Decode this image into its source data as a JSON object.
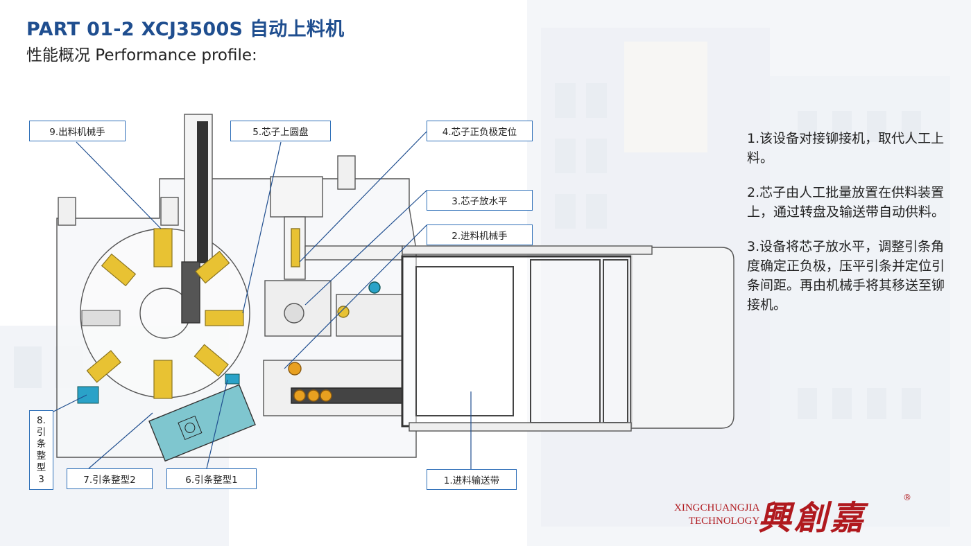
{
  "header": {
    "title": "PART 01-2   XCJ3500S 自动上料机",
    "subtitle": "性能概况 Performance profile:"
  },
  "callouts": [
    {
      "id": "9",
      "text": "9.出料机械手"
    },
    {
      "id": "5",
      "text": "5.芯子上圆盘"
    },
    {
      "id": "4",
      "text": "4.芯子正负极定位"
    },
    {
      "id": "3",
      "text": "3.芯子放水平"
    },
    {
      "id": "2",
      "text": "2.进料机械手"
    },
    {
      "id": "1",
      "text": "1.进料输送带"
    },
    {
      "id": "6",
      "text": "6.引条整型1"
    },
    {
      "id": "7",
      "text": "7.引条整型2"
    },
    {
      "id": "8",
      "lines": [
        "8.",
        "引",
        "条",
        "整",
        "型",
        "3"
      ]
    }
  ],
  "notes": [
    "1.该设备对接铆接机，取代人工上料。",
    "2.芯子由人工批量放置在供料装置上，通过转盘及输送带自动供料。",
    "3.设备将芯子放水平，调整引条角度确定正负极，压平引条并定位引条间距。再由机械手将其移送至铆接机。"
  ],
  "brand": {
    "en_line1": "XINGCHUANGJIA",
    "en_line2": "TECHNOLOGY",
    "cn": "興創嘉",
    "reg": "®"
  },
  "colors": {
    "title": "#1f4e8f",
    "callout_border": "#2e6fb8",
    "leader": "#1f4e8f",
    "brand": "#b0191e",
    "yellow_part": "#e8c233",
    "cyan_part": "#7fc6cf"
  }
}
